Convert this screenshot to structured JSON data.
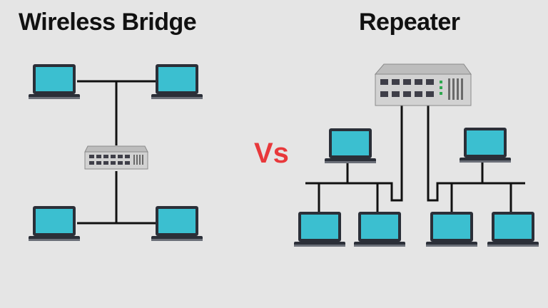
{
  "titles": {
    "left": "Wireless Bridge",
    "right": "Repeater"
  },
  "versus": "Vs",
  "colors": {
    "background": "#e5e5e5",
    "screen": "#3bbfd0",
    "device_body": "#2b2f38",
    "vs_text": "#e8383b",
    "line": "#111111"
  },
  "icons": {
    "laptop": "laptop-icon",
    "bridge": "network-switch-icon",
    "repeater": "network-hub-icon"
  }
}
